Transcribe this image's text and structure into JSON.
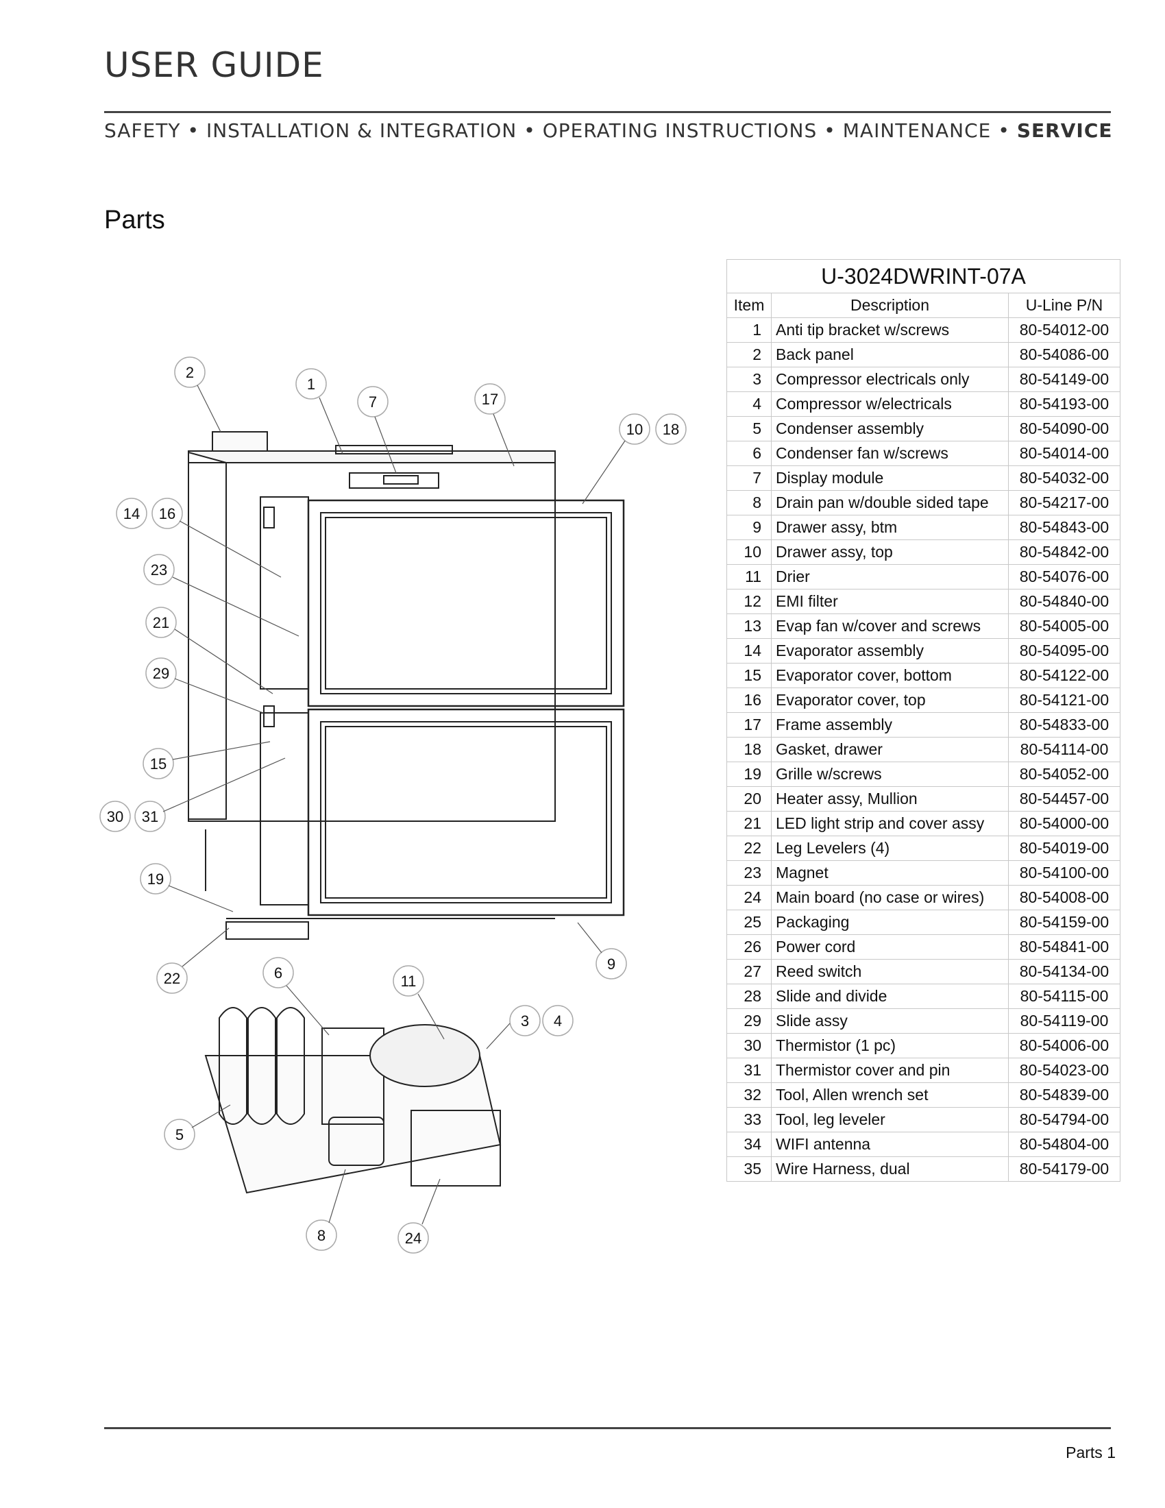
{
  "header": {
    "title": "USER GUIDE",
    "nav": [
      "SAFETY",
      "INSTALLATION & INTEGRATION",
      "OPERATING INSTRUCTIONS",
      "MAINTENANCE",
      "SERVICE"
    ],
    "separator": "•"
  },
  "section_title": "Parts",
  "parts_table": {
    "model": "U-3024DWRINT-07A",
    "columns": [
      "Item",
      "Description",
      "U-Line P/N"
    ],
    "rows": [
      [
        "1",
        "Anti tip bracket w/screws",
        "80-54012-00"
      ],
      [
        "2",
        "Back panel",
        "80-54086-00"
      ],
      [
        "3",
        "Compressor electricals only",
        "80-54149-00"
      ],
      [
        "4",
        "Compressor w/electricals",
        "80-54193-00"
      ],
      [
        "5",
        "Condenser assembly",
        "80-54090-00"
      ],
      [
        "6",
        "Condenser fan w/screws",
        "80-54014-00"
      ],
      [
        "7",
        "Display module",
        "80-54032-00"
      ],
      [
        "8",
        "Drain pan w/double sided tape",
        "80-54217-00"
      ],
      [
        "9",
        "Drawer assy, btm",
        "80-54843-00"
      ],
      [
        "10",
        "Drawer assy, top",
        "80-54842-00"
      ],
      [
        "11",
        "Drier",
        "80-54076-00"
      ],
      [
        "12",
        "EMI filter",
        "80-54840-00"
      ],
      [
        "13",
        "Evap fan w/cover and screws",
        "80-54005-00"
      ],
      [
        "14",
        "Evaporator assembly",
        "80-54095-00"
      ],
      [
        "15",
        "Evaporator cover, bottom",
        "80-54122-00"
      ],
      [
        "16",
        "Evaporator cover, top",
        "80-54121-00"
      ],
      [
        "17",
        "Frame assembly",
        "80-54833-00"
      ],
      [
        "18",
        "Gasket, drawer",
        "80-54114-00"
      ],
      [
        "19",
        "Grille w/screws",
        "80-54052-00"
      ],
      [
        "20",
        "Heater assy, Mullion",
        "80-54457-00"
      ],
      [
        "21",
        "LED light strip and cover assy",
        "80-54000-00"
      ],
      [
        "22",
        "Leg Levelers (4)",
        "80-54019-00"
      ],
      [
        "23",
        "Magnet",
        "80-54100-00"
      ],
      [
        "24",
        "Main board (no case or wires)",
        "80-54008-00"
      ],
      [
        "25",
        "Packaging",
        "80-54159-00"
      ],
      [
        "26",
        "Power cord",
        "80-54841-00"
      ],
      [
        "27",
        "Reed switch",
        "80-54134-00"
      ],
      [
        "28",
        "Slide and divide",
        "80-54115-00"
      ],
      [
        "29",
        "Slide assy",
        "80-54119-00"
      ],
      [
        "30",
        "Thermistor (1 pc)",
        "80-54006-00"
      ],
      [
        "31",
        "Thermistor cover and pin",
        "80-54023-00"
      ],
      [
        "32",
        "Tool, Allen wrench set",
        "80-54839-00"
      ],
      [
        "33",
        "Tool, leg leveler",
        "80-54794-00"
      ],
      [
        "34",
        "WIFI antenna",
        "80-54804-00"
      ],
      [
        "35",
        "Wire Harness, dual",
        "80-54179-00"
      ]
    ]
  },
  "diagram_callouts": [
    "2",
    "1",
    "7",
    "17",
    "10",
    "18",
    "14",
    "16",
    "23",
    "21",
    "29",
    "15",
    "30",
    "31",
    "19",
    "22",
    "9",
    "6",
    "11",
    "3",
    "4",
    "5",
    "8",
    "24"
  ],
  "footer": {
    "page_label": "Parts 1"
  }
}
